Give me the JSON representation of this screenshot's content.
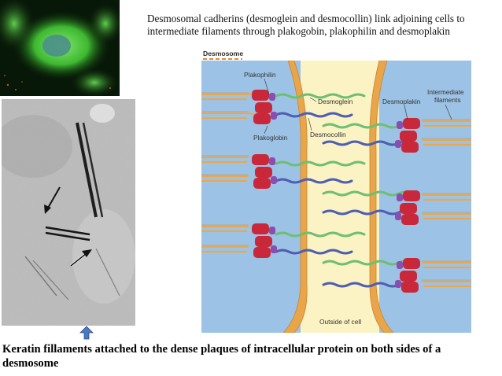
{
  "top_caption": "Desmosomal cadherins (desmoglein and desmocollin) link adjoining cells to intermediate filaments through plakogobin, plakophilin and desmoplakin",
  "bottom_caption": "Keratin fillaments attached to the dense plaques of intracellular protein on both sides of a desmosome",
  "diagram": {
    "title": "Desmosome",
    "labels": {
      "plakophilin": "Plakophilin",
      "desmoglein": "Desmoglein",
      "desmoplakin": "Desmoplakin",
      "intermediate_filaments_line1": "Intermediate",
      "intermediate_filaments_line2": "filaments",
      "plakoglobin": "Plakoglobin",
      "desmocollin": "Desmocollin",
      "outside_of_cell": "Outside of cell"
    }
  },
  "colors": {
    "cytoplasm": "#9cc3e6",
    "extracellular": "#fbf3c4",
    "membrane": "#e8a54a",
    "plaque": "#c8283a",
    "desmoglein": "#6fbf73",
    "desmocollin": "#4f5fb0",
    "filament": "#e9a84f",
    "title_dash": "#e88a2a"
  }
}
